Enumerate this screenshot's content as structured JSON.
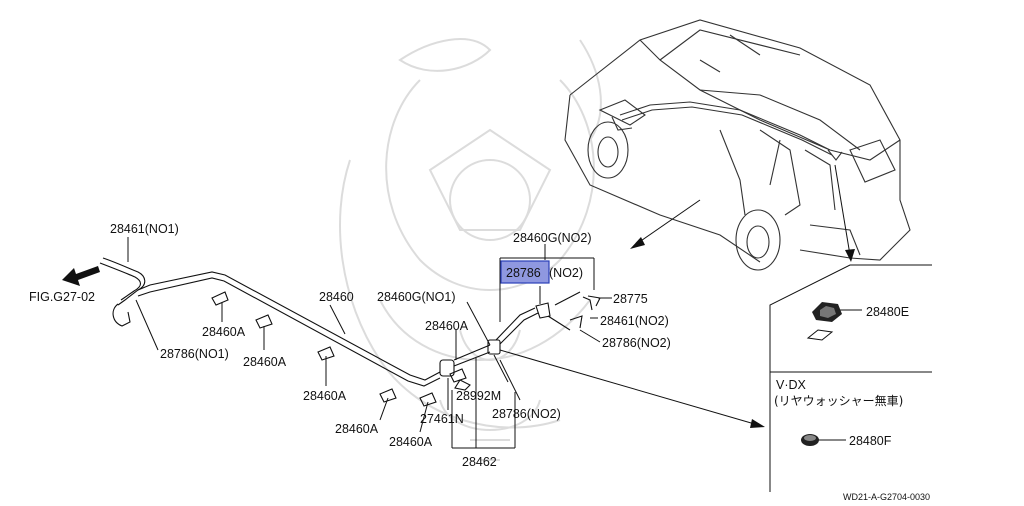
{
  "labels": {
    "p28461_no1": "28461(NO1)",
    "fig_ref": "FIG.G27-02",
    "p28786_no1": "28786(NO1)",
    "p28460A_1": "28460A",
    "p28460A_2": "28460A",
    "p28460A_3": "28460A",
    "p28460A_4": "28460A",
    "p28460A_5": "28460A",
    "p28460A_6": "28460A",
    "p28460": "28460",
    "p28460G_no1": "28460G(NO1)",
    "p28460G_no2": "28460G(NO2)",
    "p28786_hl": "28786",
    "p28786_hl_suffix": "(NO2)",
    "p28775": "28775",
    "p28461_no2": "28461(NO2)",
    "p28786_no2_a": "28786(NO2)",
    "p28786_no2_b": "28786(NO2)",
    "p28992M": "28992M",
    "p27461N": "27461N",
    "p28462": "28462",
    "p28480E": "28480E",
    "p28480F": "28480F",
    "variant": "V·DX",
    "variant_note": "(リヤウォッシャー無車)",
    "diagram_code": "WD21-A-G2704-0030"
  },
  "colors": {
    "highlight_fill": "#8f98e0",
    "highlight_border": "#2a3fb8",
    "line": "#111111",
    "watermark": "#d9d9d9"
  }
}
